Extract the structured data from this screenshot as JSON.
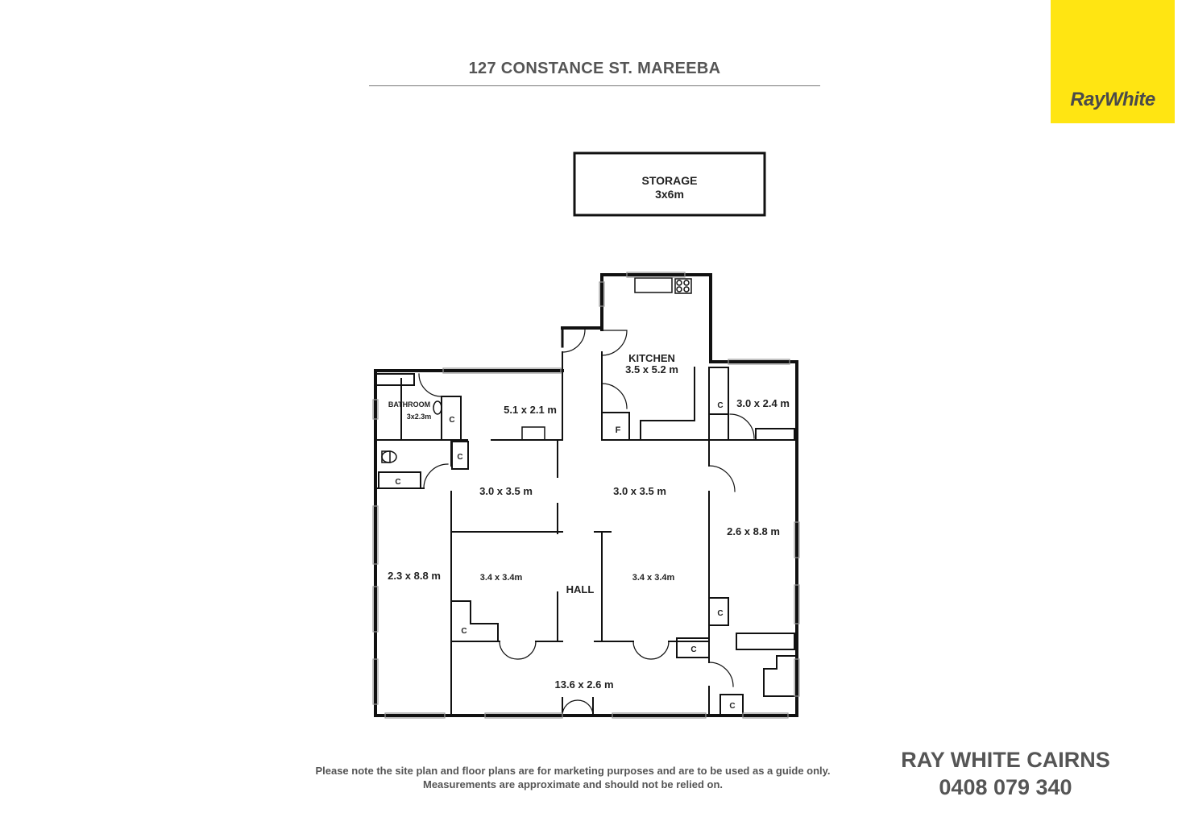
{
  "header": {
    "title": "127 CONSTANCE ST. MAREEBA"
  },
  "brand": {
    "logo_text": "RayWhite",
    "logo_bg": "#ffe512"
  },
  "plan": {
    "storage": {
      "name": "STORAGE",
      "size": "3x6m"
    },
    "kitchen": {
      "name": "KITCHEN",
      "size": "3.5 x 5.2 m",
      "fridge_label": "F"
    },
    "bathroom": {
      "name": "BATHROOM",
      "size": "3x2.3m"
    },
    "rooms": {
      "dining": "5.1 x 2.1 m",
      "laundry": "3.0 x 2.4 m",
      "bed_left_top": "3.0 x 3.5 m",
      "bed_right_top": "3.0 x 3.5 m",
      "verandah_right": "2.6 x 8.8 m",
      "verandah_left": "2.3 x 8.8 m",
      "bed_left_bottom": "3.4 x 3.4m",
      "bed_right_bottom": "3.4 x 3.4m",
      "hall": "HALL",
      "verandah_front": "13.6 x 2.6 m"
    },
    "cupboard_label": "C"
  },
  "footer": {
    "disclaimer_line1": "Please note the site plan and floor plans are for marketing purposes and are to be used as a guide only.",
    "disclaimer_line2": "Measurements are approximate and should not be relied on.",
    "agency": "RAY WHITE CAIRNS",
    "phone": "0408 079 340"
  }
}
